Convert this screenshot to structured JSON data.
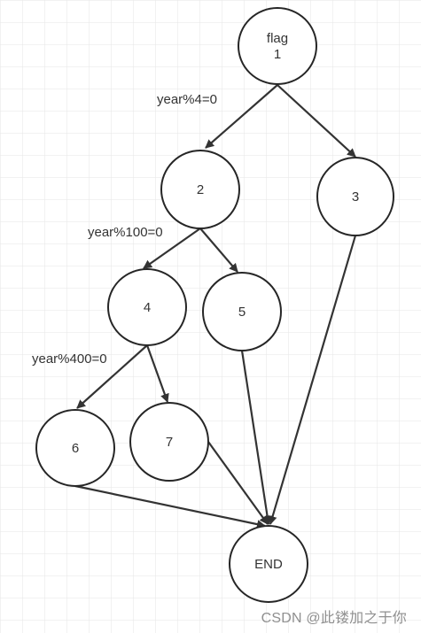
{
  "nodes": [
    {
      "id": "1",
      "lines": [
        "flag",
        "1"
      ]
    },
    {
      "id": "2",
      "lines": [
        "2"
      ]
    },
    {
      "id": "3",
      "lines": [
        "3"
      ]
    },
    {
      "id": "4",
      "lines": [
        "4"
      ]
    },
    {
      "id": "5",
      "lines": [
        "5"
      ]
    },
    {
      "id": "6",
      "lines": [
        "6"
      ]
    },
    {
      "id": "7",
      "lines": [
        "7"
      ]
    },
    {
      "id": "end",
      "lines": [
        "END"
      ]
    }
  ],
  "edges": [
    {
      "from": "1",
      "to": "2"
    },
    {
      "from": "1",
      "to": "3"
    },
    {
      "from": "2",
      "to": "4"
    },
    {
      "from": "2",
      "to": "5"
    },
    {
      "from": "4",
      "to": "6"
    },
    {
      "from": "4",
      "to": "7"
    },
    {
      "from": "6",
      "to": "end"
    },
    {
      "from": "7",
      "to": "end"
    },
    {
      "from": "5",
      "to": "end"
    },
    {
      "from": "3",
      "to": "end"
    }
  ],
  "conditions": {
    "c1": "year%4=0",
    "c2": "year%100=0",
    "c3": "year%400=0"
  },
  "watermark": "CSDN @此镂加之于你",
  "colors": {
    "grid": "#e6e6e6",
    "stroke": "#262626",
    "edge": "#333333",
    "text": "#333333",
    "watermark": "#8f8f8f"
  }
}
